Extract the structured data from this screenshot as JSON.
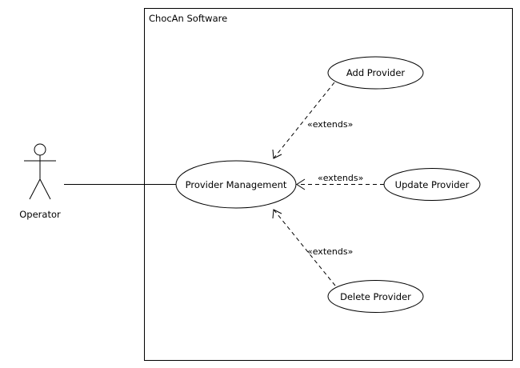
{
  "system": {
    "title": "ChocAn Software"
  },
  "actor": {
    "name": "Operator"
  },
  "use_cases": {
    "provider_management": "Provider Management",
    "add_provider": "Add Provider",
    "update_provider": "Update Provider",
    "delete_provider": "Delete Provider"
  },
  "relationships": {
    "add_extends": "«extends»",
    "update_extends": "«extends»",
    "delete_extends": "«extends»"
  }
}
